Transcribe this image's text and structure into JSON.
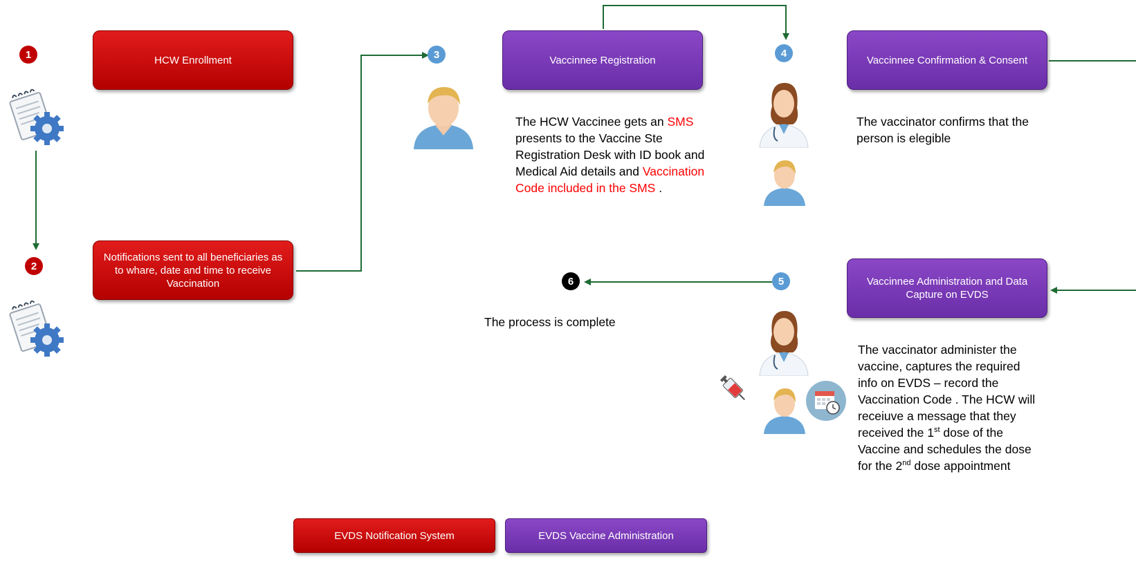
{
  "boxes": {
    "hcw_enrollment": "HCW Enrollment",
    "notifications": "Notifications sent to all beneficiaries as to whare, date and time to receive Vaccination",
    "registration": "Vaccinnee Registration",
    "confirmation": "Vaccinnee Confirmation & Consent",
    "administration": "Vaccinnee Administration and Data Capture on EVDS"
  },
  "steps": [
    "1",
    "2",
    "3",
    "4",
    "5",
    "6"
  ],
  "descriptions": {
    "registration_a": "The HCW Vaccinee gets an ",
    "registration_sms": "SMS",
    "registration_b": " presents to the Vaccine Ste Registration Desk with ID book and Medical Aid details and ",
    "registration_code": "Vaccination Code included in the SMS",
    "registration_c": " .",
    "confirmation": "The vaccinator confirms that the person is elegible",
    "complete": "The process is complete",
    "admin_a": "The vaccinator administer the vaccine, captures the required  info on EVDS – record the Vaccination Code . The HCW will receiuve a message that they  received the 1",
    "admin_sup1": "st",
    "admin_b": " dose of the Vaccine and schedules the dose for the 2",
    "admin_sup2": "nd",
    "admin_c": " dose appointment"
  },
  "legend": {
    "notification_system": "EVDS Notification System",
    "vaccine_administration": "EVDS  Vaccine Administration"
  },
  "icons": [
    "notepad-gear-icon",
    "patient-icon",
    "doctor-icon",
    "syringe-icon",
    "calendar-clock-icon"
  ],
  "colors": {
    "red": "#c00000",
    "purple": "#7030a0",
    "arrow": "#1e6b34",
    "step_blue": "#5b9bd5"
  }
}
